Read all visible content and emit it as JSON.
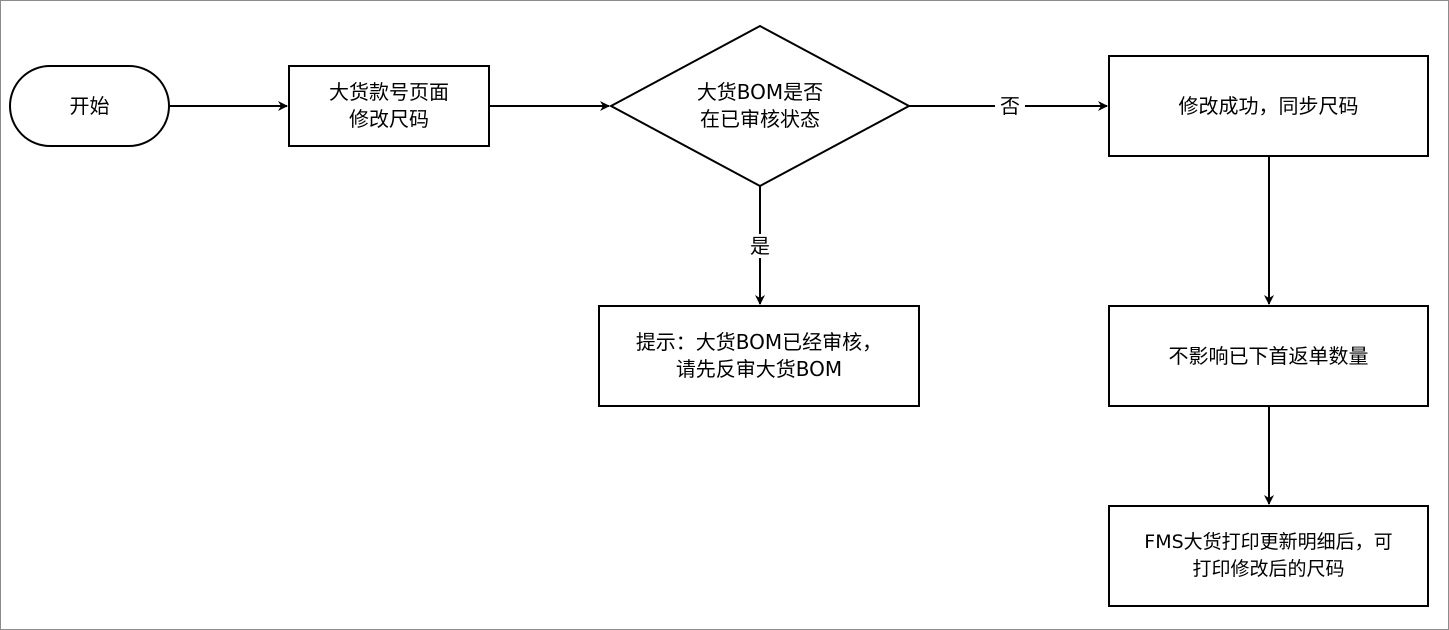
{
  "nodes": {
    "start": {
      "label": "开始",
      "shape": "terminator"
    },
    "modify_size": {
      "label_lines": [
        "大货款号页面",
        "修改尺码"
      ],
      "shape": "process"
    },
    "bom_check": {
      "label_lines": [
        "大货BOM是否",
        "在已审核状态"
      ],
      "shape": "decision"
    },
    "prompt": {
      "label_lines": [
        "提示：大货BOM已经审核，",
        "请先反审大货BOM"
      ],
      "shape": "process"
    },
    "sync_size": {
      "label": "修改成功，同步尺码",
      "shape": "process"
    },
    "no_effect": {
      "label": "不影响已下首返单数量",
      "shape": "process"
    },
    "fms_print": {
      "label_lines": [
        "FMS大货打印更新明细后，可",
        "打印修改后的尺码"
      ],
      "shape": "process"
    }
  },
  "edges": {
    "no_label": "否",
    "yes_label": "是"
  },
  "colors": {
    "stroke": "#000000",
    "fill": "#ffffff",
    "frame": "#8c8c8c"
  }
}
